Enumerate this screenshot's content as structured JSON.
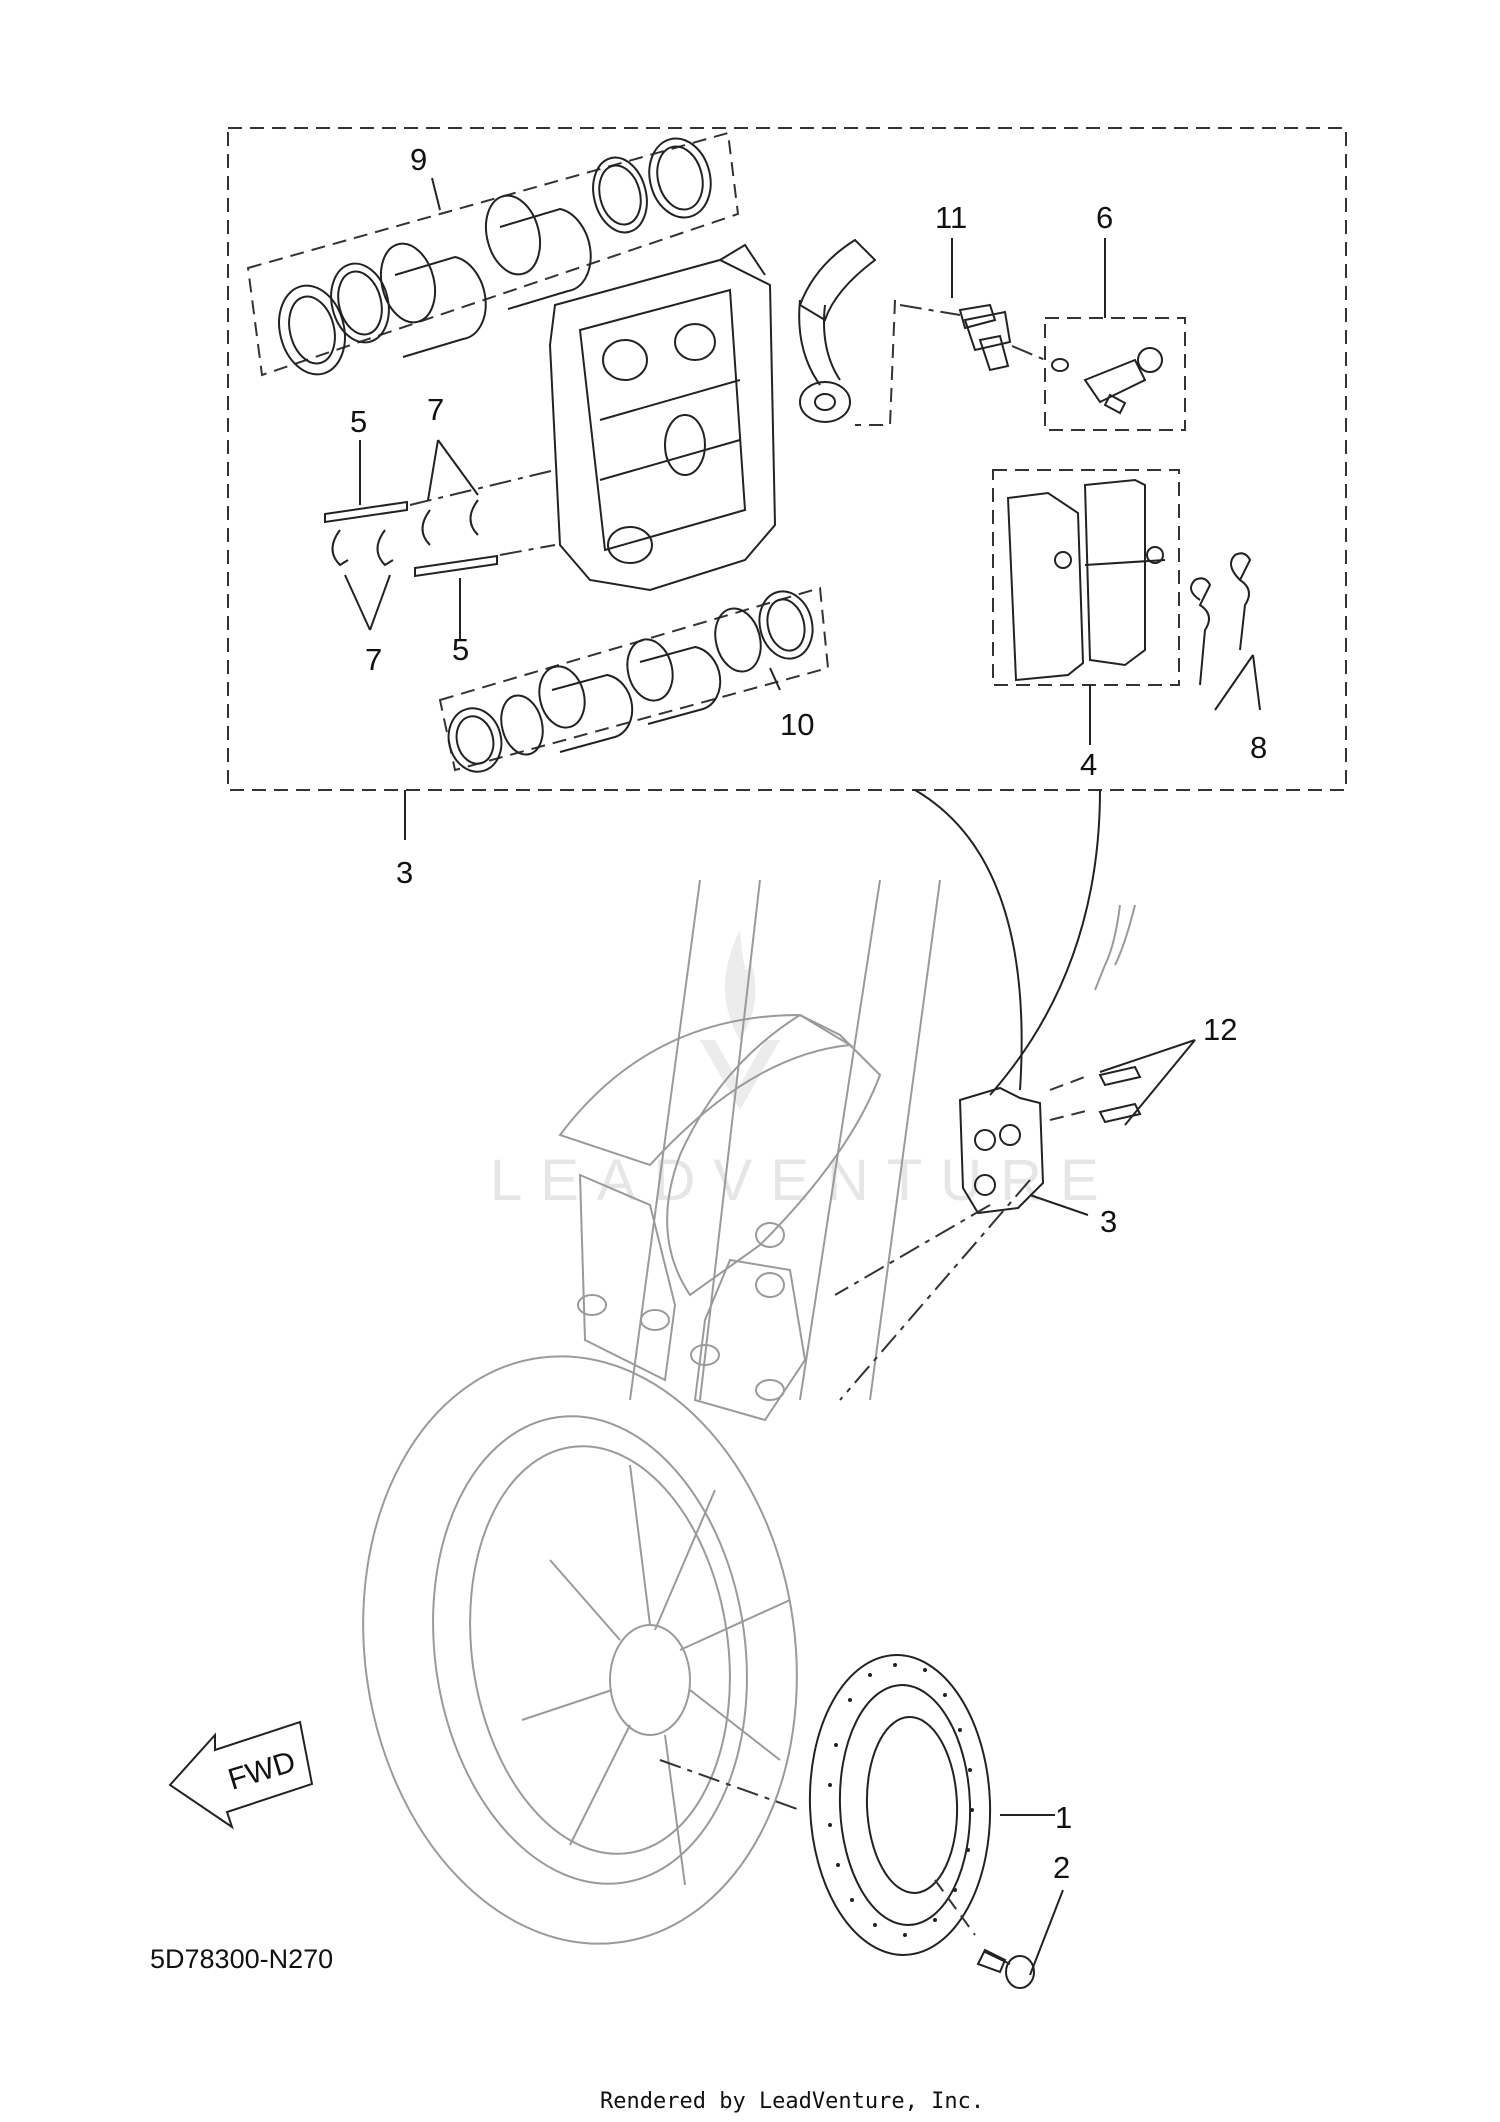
{
  "diagram": {
    "callouts": {
      "c1": "1",
      "c2": "2",
      "c3_top": "3",
      "c3_mid": "3",
      "c4": "4",
      "c5_top": "5",
      "c5_bot": "5",
      "c6": "6",
      "c7_top": "7",
      "c7_bot": "7",
      "c8": "8",
      "c9": "9",
      "c10": "10",
      "c11": "11",
      "c12": "12"
    },
    "fwd_label": "FWD",
    "part_code": "5D78300-N270",
    "watermark": "LEADVENTURE",
    "footer": "Rendered by LeadVenture, Inc."
  }
}
